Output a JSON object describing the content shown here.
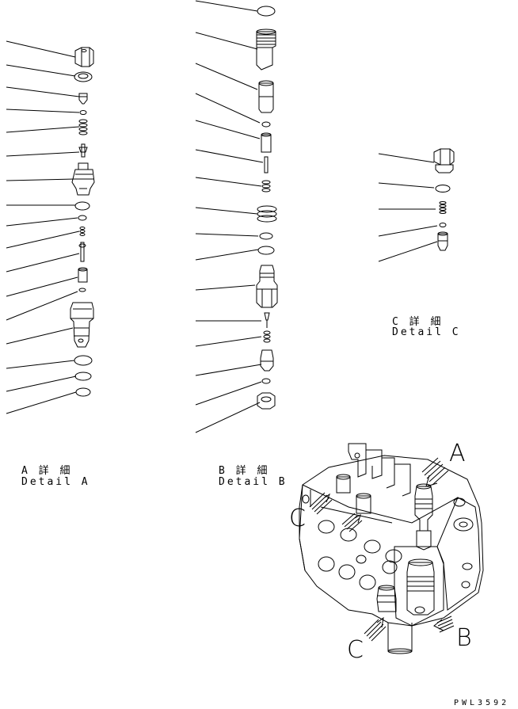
{
  "detail_a": {
    "jp": "A 詳 細",
    "en": "Detail A"
  },
  "detail_b": {
    "jp": "B 詳 細",
    "en": "Detail B"
  },
  "detail_c": {
    "jp": "C 詳 細",
    "en": "Detail C"
  },
  "view_letters": {
    "a": "A",
    "b": "B",
    "c": "C"
  },
  "drawing_code": "PWL3592"
}
